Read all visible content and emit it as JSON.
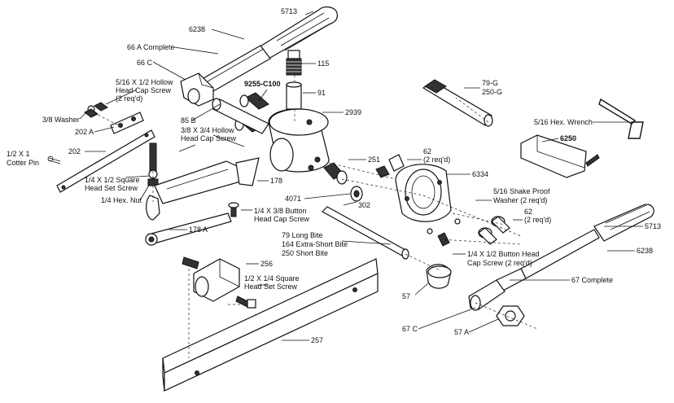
{
  "labels": {
    "p5713_top": "5713",
    "p6238_top": "6238",
    "p66a": "66 A Complete",
    "p66c": "66 C",
    "p115": "115",
    "p9255": "9255-C100",
    "p91": "91",
    "hollow1": "5/16 X 1/2 Hollow",
    "hollow2": "Head Cap Screw",
    "hollow3": "(2 req'd)",
    "washer38": "3/8 Washer",
    "p202a": "202 A",
    "p85b": "85 B",
    "hollow34_1": "3/8 X 3/4 Hollow",
    "hollow34_2": "Head Cap Screw",
    "p2939": "2939",
    "p202": "202",
    "cotter1": "1/2 X 1",
    "cotter2": "Cotter Pin",
    "sqset1": "1/4 X 1/2 Square",
    "sqset2": "Head Set Screw",
    "hexnut": "1/4 Hex. Nut",
    "p178": "178",
    "btn38_1": "1/4 X 3/8 Button",
    "btn38_2": "Head Cap Screw",
    "p178a": "178 A",
    "p4071": "4071",
    "p251": "251",
    "p62a1": "62",
    "p62a2": "(2 req'd)",
    "p302": "302",
    "p6334": "6334",
    "p79g": "79-G",
    "p250g": "250-G",
    "hexwrench": "5/16 Hex. Wrench",
    "p6250": "6250",
    "shake1": "5/16 Shake Proof",
    "shake2": "Washer (2 req'd)",
    "p62b1": "62",
    "p62b2": "(2 req'd)",
    "bite1": "79 Long Bite",
    "bite2": "164 Extra-Short Bite",
    "bite3": "250 Short Bite",
    "btn12_1": "1/4 X 1/2 Button Head",
    "btn12_2": "Cap Screw (2 req'd)",
    "p5713_bot": "5713",
    "p6238_bot": "6238",
    "p67": "67 Complete",
    "p256": "256",
    "sq14_1": "1/2 X 1/4 Square",
    "sq14_2": "Head Set Screw",
    "p57": "57",
    "p67c": "67 C",
    "p57a": "57 A",
    "p257": "257"
  }
}
